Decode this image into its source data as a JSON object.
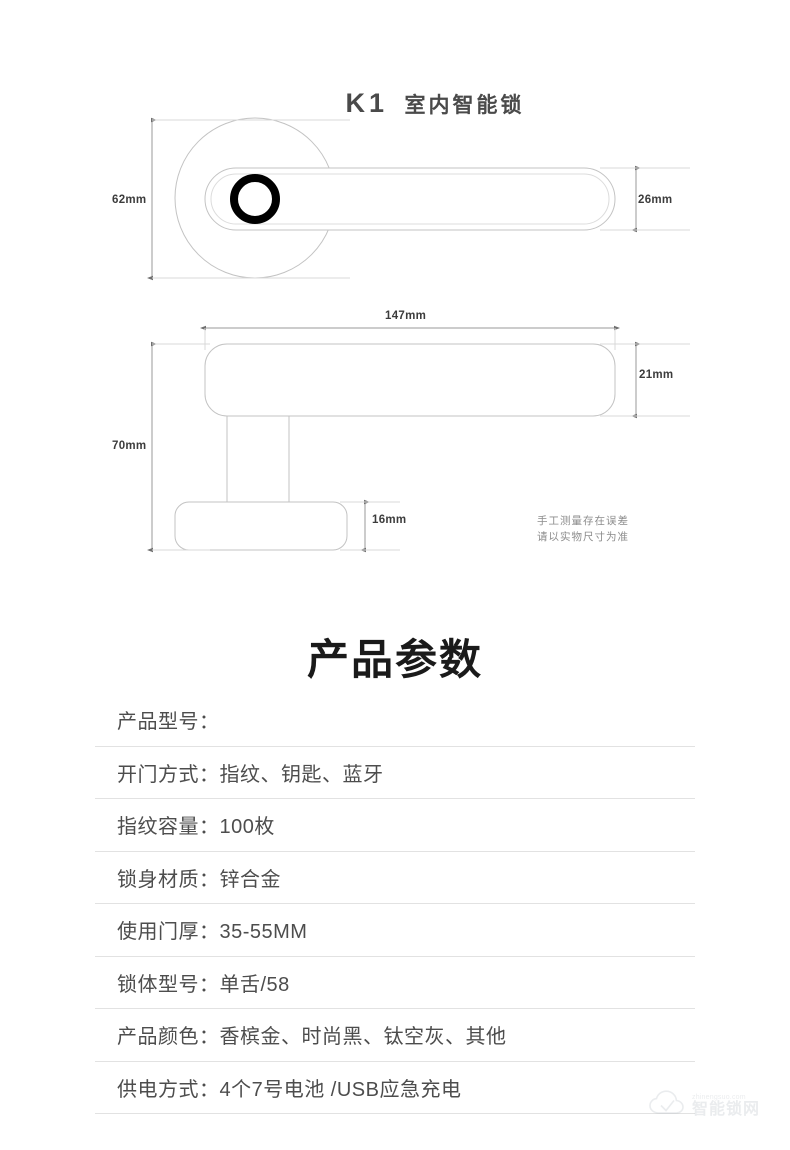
{
  "header": {
    "model": "K1",
    "product_name": "室内智能锁"
  },
  "drawing": {
    "top_view": {
      "height_dim": "62mm",
      "lever_width_dim": "26mm"
    },
    "side_view": {
      "width_dim": "147mm",
      "lever_thickness_dim": "21mm",
      "total_height_dim": "70mm",
      "base_height_dim": "16mm"
    },
    "note_line1": "手工测量存在误差",
    "note_line2": "请以实物尺寸为准"
  },
  "specs": {
    "heading": "产品参数",
    "rows": [
      {
        "label": "产品型号",
        "value": ""
      },
      {
        "label": "开门方式",
        "value": "指纹、钥匙、蓝牙"
      },
      {
        "label": "指纹容量",
        "value": "100枚"
      },
      {
        "label": "锁身材质",
        "value": "锌合金"
      },
      {
        "label": "使用门厚",
        "value": "35-55MM"
      },
      {
        "label": "锁体型号",
        "value": "单舌/58"
      },
      {
        "label": "产品颜色",
        "value": "香槟金、时尚黑、钛空灰、其他"
      },
      {
        "label": "供电方式",
        "value": "4个7号电池 /USB应急充电"
      }
    ],
    "text": [
      "产品型号：",
      "开门方式：指纹、钥匙、蓝牙",
      "指纹容量：100枚",
      "锁身材质：锌合金",
      "使用门厚：35-55MM",
      "锁体型号：单舌/58",
      "产品颜色：香槟金、时尚黑、钛空灰、其他",
      "供电方式：4个7号电池 /USB应急充电"
    ]
  },
  "watermark": {
    "en": "zhinengsuo.com",
    "cn": "智能锁网"
  },
  "colors": {
    "page_background": "#ffffff",
    "text": "#4d4d4d",
    "heading": "#1a1a1a",
    "drawing_line": "#b9b9b9",
    "dimension_line": "#9a9a9a",
    "row_divider": "#e2e2e2",
    "fingerprint_ring": "#000000",
    "note_text": "#8c8c8c"
  }
}
